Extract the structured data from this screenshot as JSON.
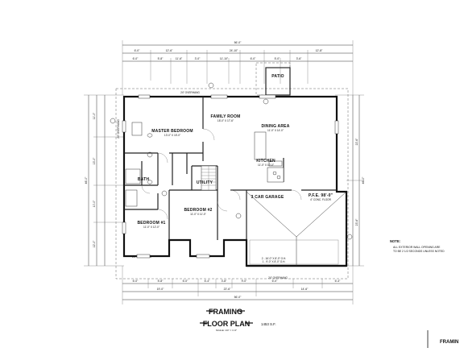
{
  "sheet": {
    "title_line1": "FRAMING",
    "title_line2": "FLOOR PLAN",
    "scale": "SCALE: 1/4\" = 1'-0\"",
    "area": "1453 S.F.",
    "edge_label": "FRAMIN",
    "note_heading": "NOTE:",
    "note_text_1": "ALL EXTERIOR WALL OPENING ARE",
    "note_text_2": "TO BE 2 1/2 SECONDS UNLESS NOTED"
  },
  "rooms": {
    "patio": "PATIO",
    "family_room": "FAMILY ROOM",
    "family_room_size": "18'-0\" X 17'-6\"",
    "dining_area": "DINING AREA",
    "dining_area_size": "11'-0\" X 14'-0\"",
    "master_bedroom": "MASTER BEDROOM",
    "master_bedroom_size": "13'-0\" X 15'-0\"",
    "kitchen": "KITCHEN",
    "kitchen_size": "11'-0\" X 10'-0\"",
    "bath": "BATH",
    "utility": "UTILITY",
    "bedroom_2": "BEDROOM #2",
    "bedroom_2_size": "11'-0\" X 11'-0\"",
    "bedroom_1": "BEDROOM #1",
    "bedroom_1_size": "11'-0\" X 12'-0\"",
    "garage": "3 CAR GARAGE",
    "pfe": "P.F.E. 98'-0\"",
    "pfe_sub": "4\" CONC. FLOOR",
    "garage_note_1": "2 - 16'-0\" X 8'-0\" O.H.",
    "garage_note_2": "1 - 9'-0\" X 8'-0\" O.H.",
    "overhang_top": "24\" OVERHANG",
    "overhang_garage": "24\" OVERHANG",
    "overhang_left": "24\" OVERHANG",
    "overhang_bottom": "24\" OVERHANG"
  },
  "dimensions": {
    "top_overall": "56'-0\"",
    "top_segments": [
      "6'-0\"",
      "5'-8\"",
      "11'-6\"",
      "3'-0\"",
      "11'-10\"",
      "6'-0\"",
      "5'-0\"",
      "3'-6\""
    ],
    "top_segments_2": [
      "6'-0\"",
      "12'-6\"",
      "24'-10\"",
      "12'-8\""
    ],
    "bottom_overall": "56'-0\"",
    "bottom_segments": [
      "19'-0\"",
      "22'-6\"",
      "14'-6\""
    ],
    "bottom_segments_2": [
      "6'-0\"",
      "5'-8\"",
      "6'-0\"",
      "6'-4\"",
      "3'-8\"",
      "9'-0\"",
      "6'-0\"",
      "6'-4\""
    ],
    "left_overall": "46'-0\"",
    "left_segments": [
      "11'-0\"",
      "13'-0\"",
      "10'-0\"",
      "12'-0\""
    ],
    "right_overall": "46'-0\"",
    "right_segments": [
      "22'-6\"",
      "23'-6\""
    ]
  }
}
